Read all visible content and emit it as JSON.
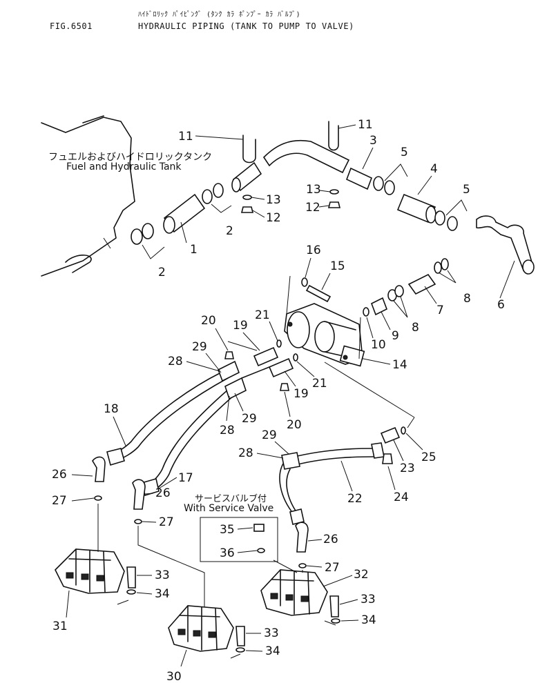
{
  "header": {
    "figure_id": "FIG.6501",
    "title_jp": "ﾊｲﾄﾞﾛﾘｯｸ ﾊﾟｲﾋﾟﾝｸﾞ (ﾀﾝｸ ｶﾗ ﾎﾟﾝﾌﾟｰ ｶﾗ ﾊﾞﾙﾌﾞ)",
    "title_en": "HYDRAULIC PIPING (TANK TO PUMP TO VALVE)"
  },
  "notes": {
    "tank_jp": "フュエルおよびハイドロリックタンク",
    "tank_en": "Fuel and Hydraulic Tank",
    "service_valve_jp": "サービスバルブ付",
    "service_valve_en": "With Service Valve"
  },
  "callouts": [
    "1",
    "2",
    "2",
    "3",
    "4",
    "5",
    "5",
    "6",
    "7",
    "8",
    "8",
    "9",
    "10",
    "11",
    "11",
    "12",
    "12",
    "13",
    "13",
    "14",
    "15",
    "16",
    "17",
    "18",
    "19",
    "19",
    "20",
    "20",
    "21",
    "21",
    "22",
    "23",
    "24",
    "25",
    "26",
    "26",
    "26",
    "27",
    "27",
    "27",
    "28",
    "28",
    "28",
    "29",
    "29",
    "29",
    "30",
    "31",
    "32",
    "33",
    "33",
    "33",
    "34",
    "34",
    "34",
    "35",
    "36"
  ],
  "colors": {
    "ink": "#111111",
    "paper": "#ffffff"
  }
}
